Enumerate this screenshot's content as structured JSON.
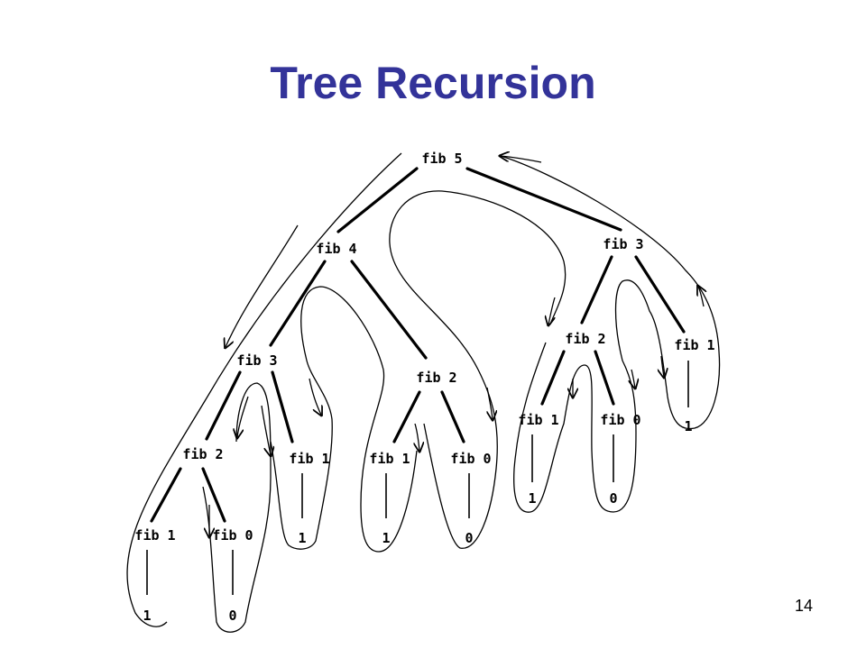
{
  "slide": {
    "title": "Tree Recursion",
    "page_number": "14",
    "title_color": "#333399"
  },
  "tree": {
    "nodes": [
      {
        "id": "n5",
        "label": "fib 5"
      },
      {
        "id": "n4",
        "label": "fib 4"
      },
      {
        "id": "n3r",
        "label": "fib 3"
      },
      {
        "id": "n3l",
        "label": "fib 3"
      },
      {
        "id": "n2m",
        "label": "fib 2"
      },
      {
        "id": "n2r",
        "label": "fib 2"
      },
      {
        "id": "n1rr",
        "label": "fib 1"
      },
      {
        "id": "n2l",
        "label": "fib 2"
      },
      {
        "id": "n1a",
        "label": "fib 1"
      },
      {
        "id": "n1b",
        "label": "fib 1"
      },
      {
        "id": "n0b",
        "label": "fib 0"
      },
      {
        "id": "n1c",
        "label": "fib 1"
      },
      {
        "id": "n0c",
        "label": "fib 0"
      },
      {
        "id": "n1d",
        "label": "fib 1"
      },
      {
        "id": "n0d",
        "label": "fib 0"
      }
    ],
    "results": [
      {
        "id": "r1rr",
        "label": "1"
      },
      {
        "id": "r1a",
        "label": "1"
      },
      {
        "id": "r1b",
        "label": "1"
      },
      {
        "id": "r0b",
        "label": "0"
      },
      {
        "id": "r1c",
        "label": "1"
      },
      {
        "id": "r0c",
        "label": "0"
      },
      {
        "id": "r1d",
        "label": "1"
      },
      {
        "id": "r0d",
        "label": "0"
      }
    ]
  }
}
